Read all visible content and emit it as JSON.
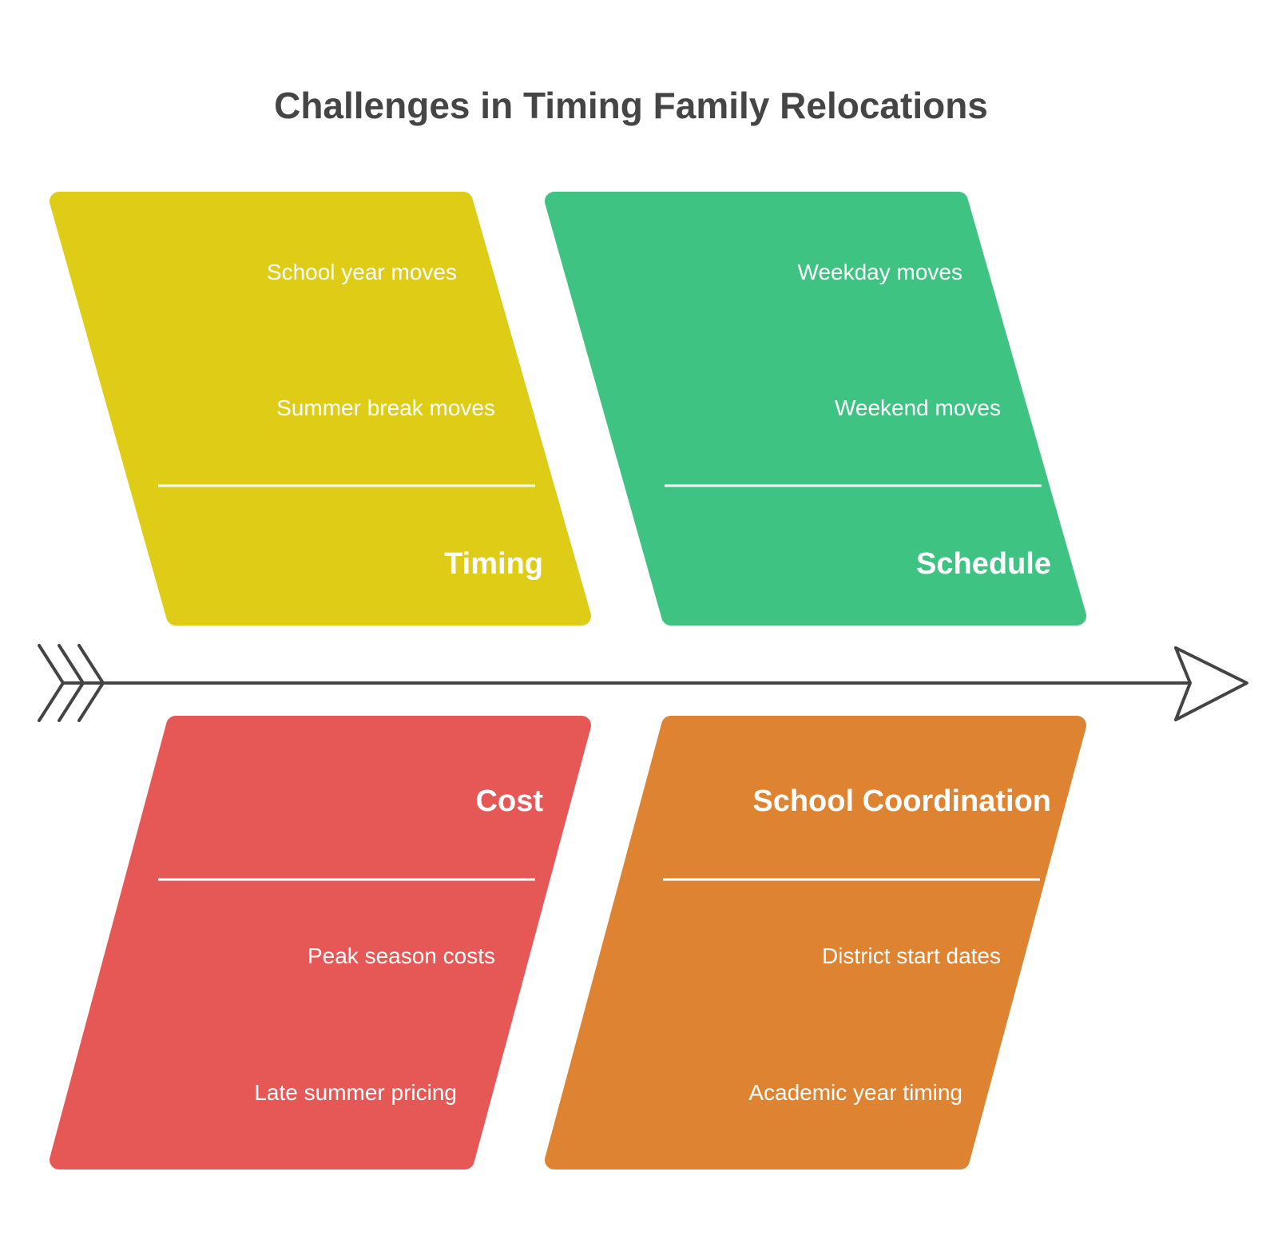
{
  "title": "Challenges in Timing Family Relocations",
  "colors": {
    "timing": "#DFCC16",
    "schedule": "#3EC383",
    "cost": "#E55855",
    "school": "#DE8331",
    "spine": "#444444"
  },
  "categories": [
    {
      "label": "Timing",
      "items": [
        "School year moves",
        "Summer break moves"
      ]
    },
    {
      "label": "Schedule",
      "items": [
        "Weekday moves",
        "Weekend moves"
      ]
    },
    {
      "label": "Cost",
      "items": [
        "Peak season costs",
        "Late summer pricing"
      ]
    },
    {
      "label": "School Coordination",
      "items": [
        "District start dates",
        "Academic year timing"
      ]
    }
  ]
}
